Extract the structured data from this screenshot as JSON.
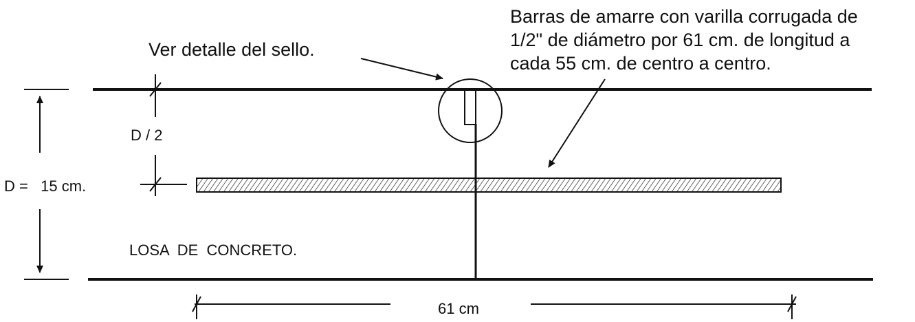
{
  "labels": {
    "seal_note": "Ver detalle del sello.",
    "tie_bar_note": [
      "Barras de amarre con varilla corrugada de",
      "1/2\" de  diámetro por 61 cm. de longitud a",
      "cada 55 cm. de centro a centro."
    ],
    "half_depth": "D / 2",
    "depth": "D =   15 cm.",
    "slab": "LOSA  DE  CONCRETO.",
    "bar_length": "61 cm"
  }
}
